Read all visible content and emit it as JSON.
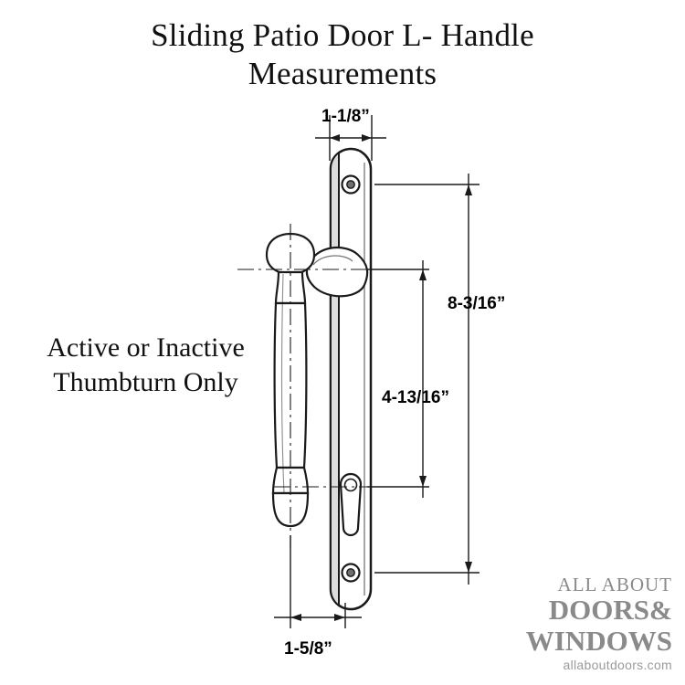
{
  "page": {
    "title_line1": "Sliding Patio Door L- Handle",
    "title_line2": "Measurements"
  },
  "diagram": {
    "caption_line1": "Active or Inactive",
    "caption_line2": "Thumbturn Only",
    "dimensions": {
      "top_width": "1-1/8”",
      "bottom_width": "1-5/8”",
      "overall_height": "8-3/16”",
      "inner_height": "4-13/16”"
    },
    "colors": {
      "line": "#1a1a1a",
      "fill": "#ffffff",
      "shade": "#e8e8e8"
    }
  },
  "logo": {
    "line1": "ALL ABOUT",
    "line2": "DOORS",
    "amp": "&",
    "line3": "WINDOWS",
    "url": "allaboutdoors.com",
    "color": "#8a8a8a"
  }
}
